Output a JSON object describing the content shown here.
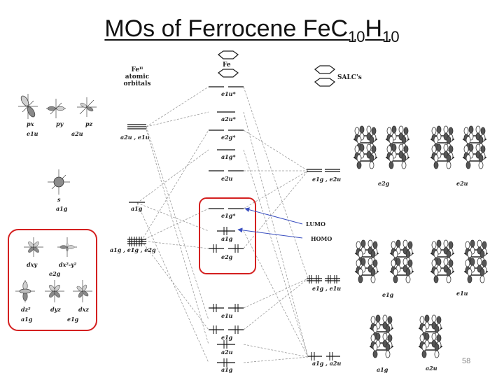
{
  "slide": {
    "title_main": "MOs of Ferrocene Fe",
    "title_c": "C",
    "title_c_sub": "10",
    "title_h": "H",
    "title_h_sub": "10",
    "page_number": "58"
  },
  "diagram": {
    "fe_column_title": [
      "Feᴵᴵ",
      "atomic",
      "orbitals"
    ],
    "fe_label": "Fe",
    "salc_label": "SALC's",
    "lumo_label": "LUMO",
    "homo_label": "HOMO",
    "fe_levels": {
      "a2u_e1u": "a2u , e1u",
      "a1g": "a1g",
      "a1g_e1g_e2g": "a1g , e1g , e2g"
    },
    "ao_labels": {
      "px": "px",
      "py": "py",
      "pz": "pz",
      "e1u": "e1u",
      "a2u": "a2u",
      "s": "s",
      "a1g_s": "a1g",
      "dxy": "dxy",
      "dx2y2": "dx²-y²",
      "e2g": "e2g",
      "dz2": "dz²",
      "dyz": "dyz",
      "dxz": "dxz",
      "a1g_d": "a1g",
      "e1g": "e1g"
    },
    "mo_labels": [
      "e1u*",
      "a2u*",
      "e2g*",
      "a1g*",
      "e2u",
      "e1g*",
      "a1g",
      "e2g",
      "e1u",
      "e1g",
      "a2u",
      "a1g"
    ],
    "salc_levels": {
      "e1g_e2u": "e1g , e2u",
      "e1g_e1u": "e1g , e1u",
      "a1g_a2u": "a1g , a2u"
    },
    "salc_labels": [
      "e2g",
      "e2u",
      "e1g",
      "e1u",
      "a1g",
      "a2u"
    ]
  }
}
